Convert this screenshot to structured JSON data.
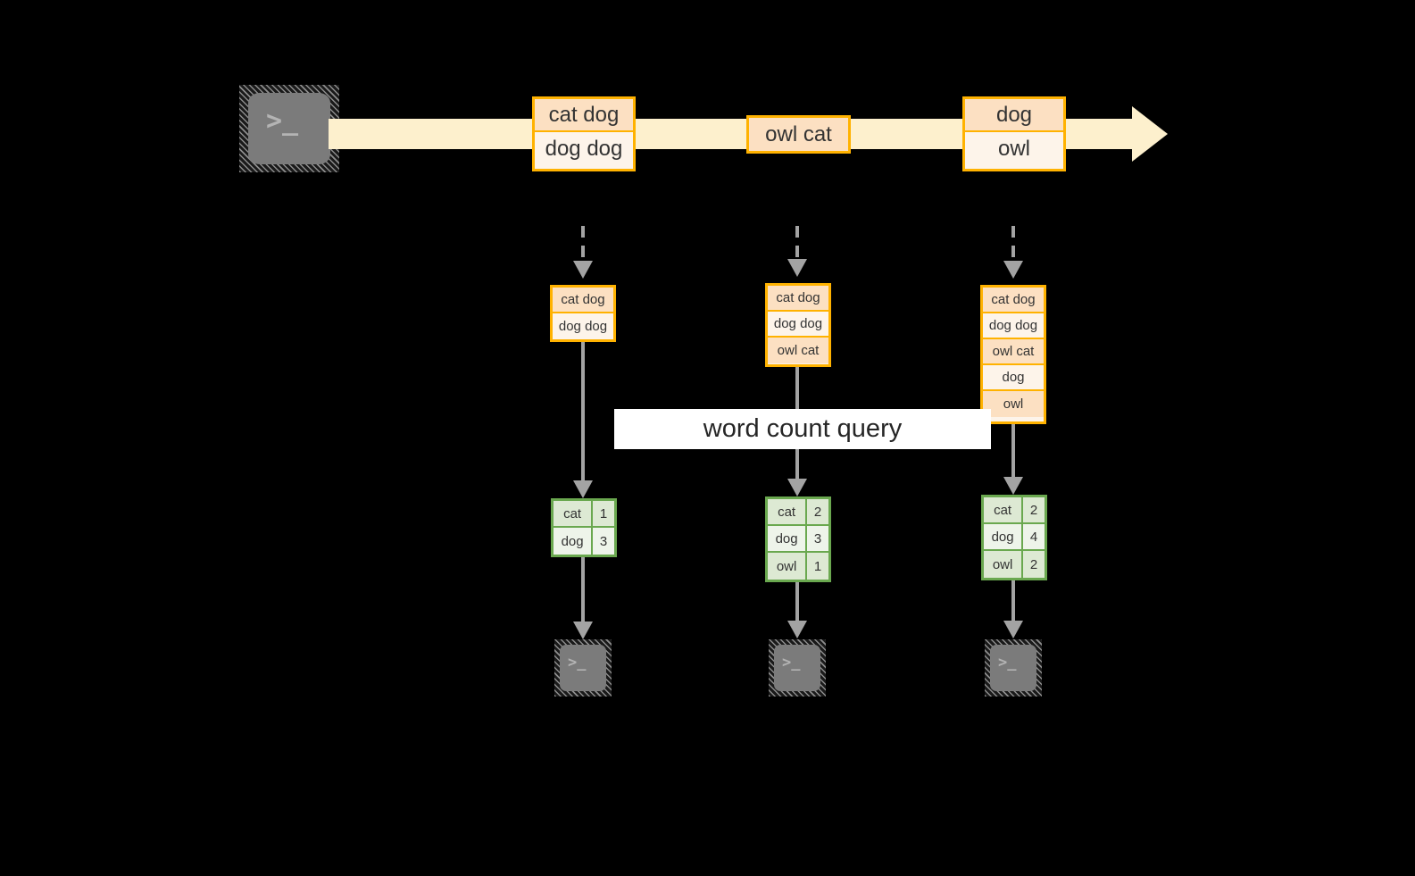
{
  "diagram": {
    "title_label": "word count query",
    "colors": {
      "stream_band": "#fdf0cd",
      "record_border": "#ffb200",
      "record_fill_dark": "#fce0c2",
      "record_fill_light": "#fdf4ea",
      "table_border": "#6aa84f",
      "table_fill_dark": "#dde9d3",
      "table_fill_light": "#eef4ea",
      "arrow": "#a3a3a3",
      "terminal_body": "#7b7b7b",
      "label_background": "#ffffff",
      "background": "#000000"
    },
    "source": {
      "icon": "terminal-icon",
      "prompt_glyph": ">_"
    },
    "stream": {
      "events": [
        {
          "lines": [
            "cat dog",
            "dog dog"
          ]
        },
        {
          "lines": [
            "owl cat"
          ]
        },
        {
          "lines": [
            "dog",
            "owl"
          ]
        }
      ]
    },
    "snapshots": [
      {
        "id": "snapshot-1",
        "records": [
          "cat dog",
          "dog dog"
        ],
        "result": {
          "rows": [
            {
              "word": "cat",
              "count": "1"
            },
            {
              "word": "dog",
              "count": "3"
            }
          ]
        },
        "sink": {
          "icon": "terminal-icon",
          "prompt_glyph": ">_"
        }
      },
      {
        "id": "snapshot-2",
        "records": [
          "cat dog",
          "dog dog",
          "owl cat"
        ],
        "result": {
          "rows": [
            {
              "word": "cat",
              "count": "2"
            },
            {
              "word": "dog",
              "count": "3"
            },
            {
              "word": "owl",
              "count": "1"
            }
          ]
        },
        "sink": {
          "icon": "terminal-icon",
          "prompt_glyph": ">_"
        }
      },
      {
        "id": "snapshot-3",
        "records": [
          "cat dog",
          "dog dog",
          "owl cat",
          "dog",
          "owl"
        ],
        "result": {
          "rows": [
            {
              "word": "cat",
              "count": "2"
            },
            {
              "word": "dog",
              "count": "4"
            },
            {
              "word": "owl",
              "count": "2"
            }
          ]
        },
        "sink": {
          "icon": "terminal-icon",
          "prompt_glyph": ">_"
        }
      }
    ]
  }
}
